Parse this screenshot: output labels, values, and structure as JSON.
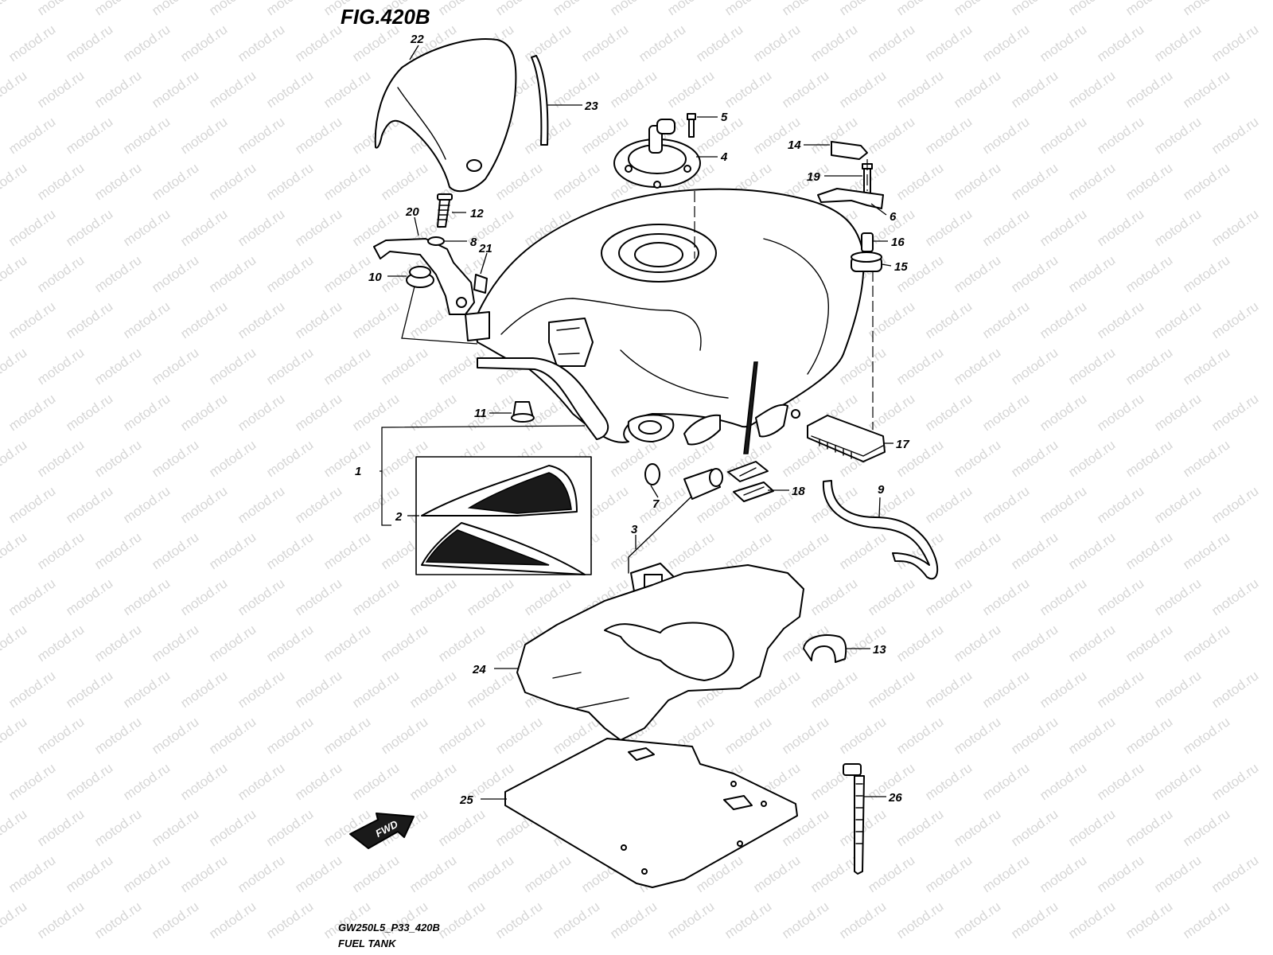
{
  "figure_title": "FIG.420B",
  "footer": {
    "code": "GW250L5_P33_420B",
    "name": "FUEL TANK"
  },
  "watermark": "motod.ru",
  "direction_label": "FWD",
  "callouts": [
    "1",
    "2",
    "3",
    "4",
    "5",
    "6",
    "7",
    "8",
    "9",
    "10",
    "11",
    "12",
    "13",
    "14",
    "15",
    "16",
    "17",
    "18",
    "19",
    "20",
    "21",
    "22",
    "23",
    "24",
    "25",
    "26"
  ]
}
